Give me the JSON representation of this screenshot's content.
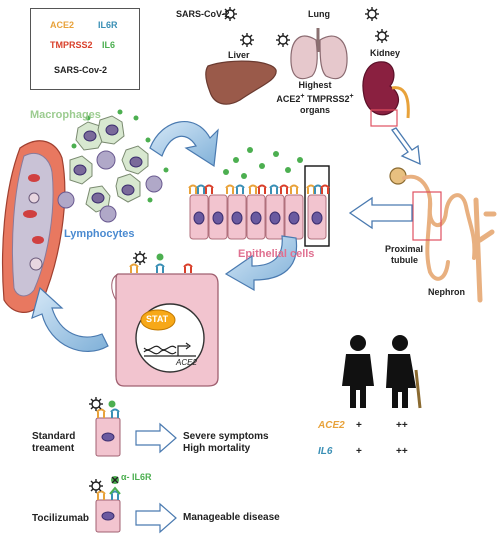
{
  "legend": {
    "ace2": "ACE2",
    "il6r": "IL6R",
    "tmprss2": "TMPRSS2",
    "il6": "IL6",
    "sars": "SARS-Cov-2"
  },
  "top": {
    "sars_label": "SARS-CoV-2",
    "lung": "Lung",
    "liver": "Liver",
    "kidney": "Kidney",
    "highest_line1": "Highest",
    "highest_line2_a": "ACE2",
    "highest_line2_b": "TMPRSS2",
    "sup": "+",
    "highest_line3": "organs"
  },
  "cells": {
    "macrophages": "Macrophages",
    "lymphocytes": "Lymphocytes",
    "epithelial": "Epithelial cells",
    "proximal_1": "Proximal",
    "proximal_2": "tubule",
    "nephron": "Nephron",
    "stat": "STAT",
    "ace2_gene": "ACE2"
  },
  "table": {
    "ace2_label": "ACE2",
    "il6_label": "IL6",
    "young_ace2": "+",
    "old_ace2": "++",
    "young_il6": "+",
    "old_il6": "++"
  },
  "treatment": {
    "standard_1": "Standard",
    "standard_2": "treament",
    "standard_out_1": "Severe symptoms",
    "standard_out_2": "High mortality",
    "alpha_il6r": "α- IL6R",
    "tocilizumab": "Tocilizumab",
    "toci_out": "Manageable disease"
  },
  "colors": {
    "ace2": "#e8a23a",
    "il6r": "#3a8fb5",
    "tmprss2": "#d9402b",
    "il6": "#4caf50",
    "cell_pink": "#f2c4cf",
    "nucleus": "#6a5aa0",
    "organ_brown": "#9a5a4a",
    "kidney": "#8a2040",
    "arrow_blue": "#a8cbe8"
  }
}
